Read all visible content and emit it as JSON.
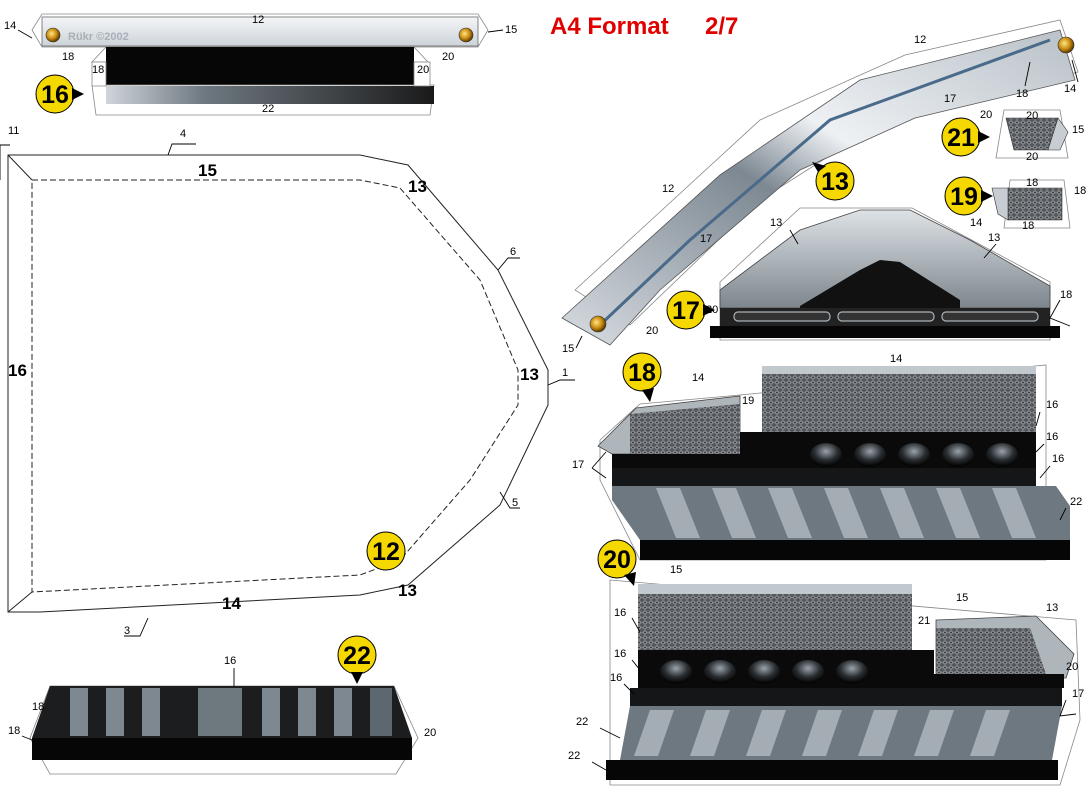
{
  "header": {
    "format": "A4 Format",
    "page": "2/7",
    "copyright": "Rükr ©2002"
  },
  "colors": {
    "title": "#e00000",
    "badge": "#f5d800",
    "panel_dark": "#0a0a0a",
    "panel_steel": "#7e8890",
    "panel_light": "#e8ecef"
  },
  "badges": [
    "16",
    "13",
    "21",
    "19",
    "17",
    "18",
    "20",
    "22",
    "12"
  ],
  "part16": {
    "labels": [
      "12",
      "14",
      "15",
      "18",
      "20",
      "18",
      "20",
      "22"
    ]
  },
  "part12": {
    "edges": [
      "11",
      "4",
      "15",
      "13",
      "6",
      "16",
      "13",
      "1",
      "5",
      "13",
      "14",
      "3"
    ]
  },
  "part22": {
    "labels": [
      "16",
      "18",
      "18",
      "20"
    ]
  },
  "part13": {
    "labels": [
      "12",
      "14",
      "18",
      "17",
      "12",
      "17",
      "15",
      "20"
    ]
  },
  "part21": {
    "labels": [
      "20",
      "20",
      "20",
      "15"
    ]
  },
  "part19": {
    "labels": [
      "18",
      "18",
      "18",
      "14"
    ]
  },
  "part17": {
    "labels": [
      "13",
      "13",
      "18",
      "20"
    ]
  },
  "part18": {
    "labels": [
      "14",
      "14",
      "19",
      "16",
      "16",
      "16",
      "17",
      "22"
    ]
  },
  "part20": {
    "labels": [
      "15",
      "16",
      "16",
      "16",
      "21",
      "15",
      "13",
      "20",
      "17",
      "22",
      "22"
    ]
  }
}
